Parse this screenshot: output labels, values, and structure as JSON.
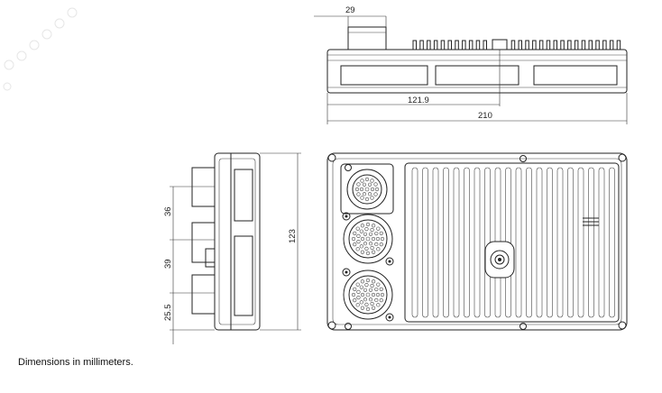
{
  "dimensions": {
    "top_connector_width": "29",
    "top_offset": "121.9",
    "overall_length": "210",
    "side_height": "123",
    "side_dim_1": "36",
    "side_dim_2": "39",
    "side_dim_3": "25.5"
  },
  "caption": "Dimensions in millimeters.",
  "colors": {
    "line": "#222222",
    "background": "#ffffff",
    "watermark": "#e8e8e8"
  }
}
